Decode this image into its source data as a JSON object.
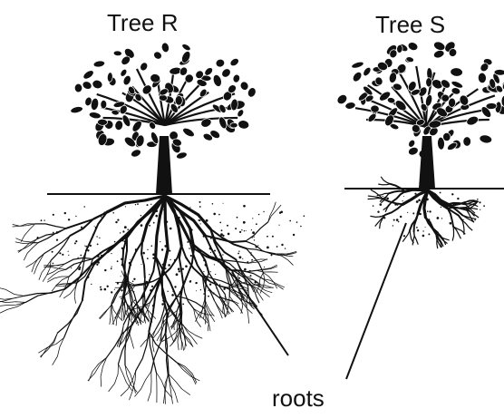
{
  "labels": {
    "tree_r": "Tree R",
    "tree_s": "Tree S",
    "roots": "roots"
  },
  "colors": {
    "ink": "#111111",
    "background": "#ffffff"
  }
}
